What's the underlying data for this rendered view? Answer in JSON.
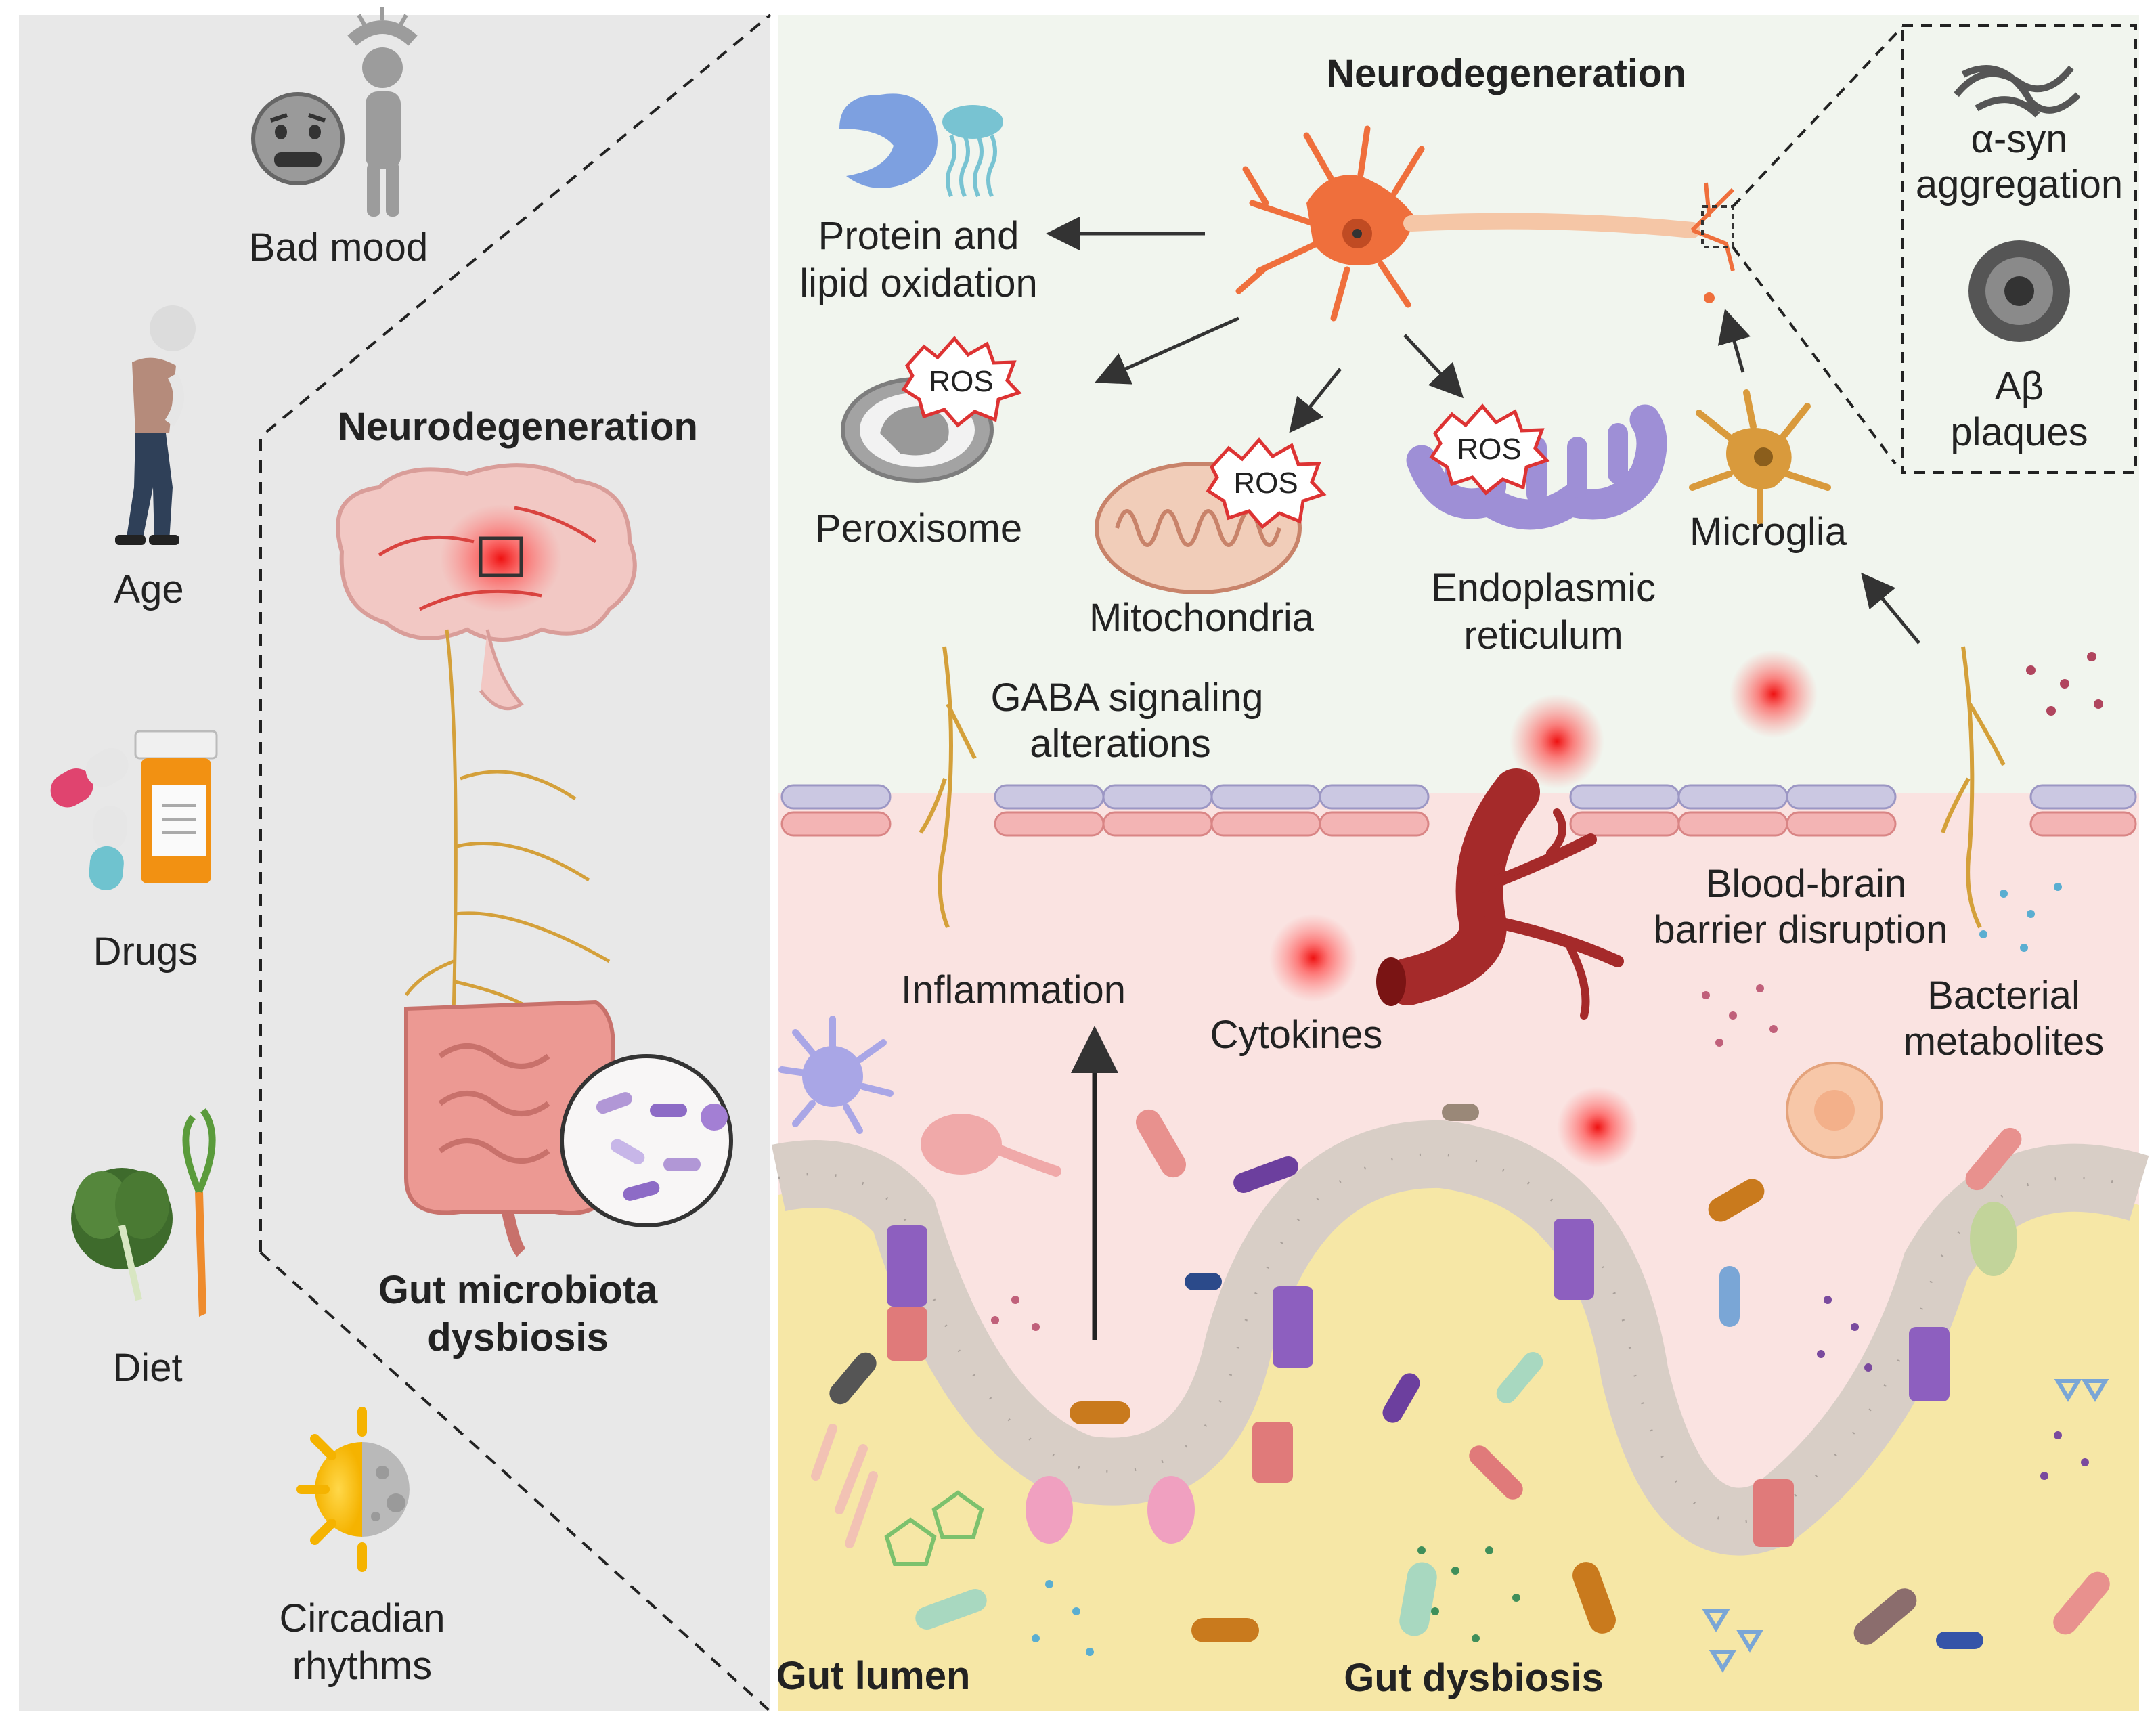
{
  "risk_factors": {
    "bad_mood": "Bad mood",
    "age": "Age",
    "drugs": "Drugs",
    "diet": "Diet",
    "circadian": [
      "Circadian",
      "rhythms"
    ]
  },
  "left_panel": {
    "title": "Neurodegeneration",
    "dysbiosis": [
      "Gut microbiota",
      "dysbiosis"
    ]
  },
  "right_panel": {
    "title": "Neurodegeneration",
    "protein_lipid": [
      "Protein and",
      "lipid oxidation"
    ],
    "ros": "ROS",
    "peroxisome": "Peroxisome",
    "mitochondria": "Mitochondria",
    "er": [
      "Endoplasmic",
      "reticulum"
    ],
    "microglia": "Microglia",
    "asyn": [
      "α-syn",
      "aggregation"
    ],
    "abeta": [
      "Aβ",
      "plaques"
    ],
    "gaba": [
      "GABA signaling",
      "alterations"
    ],
    "inflammation": "Inflammation",
    "cytokines": "Cytokines",
    "bbb": [
      "Blood-brain",
      "barrier disruption"
    ],
    "bact_metab": [
      "Bacterial",
      "metabolites"
    ],
    "gut_lumen": "Gut lumen",
    "gut_dysbiosis": "Gut dysbiosis"
  },
  "colors": {
    "left_bg": "#e8e8e8",
    "brain_region_bg": "#f1f5ee",
    "tissue_bg": "#fae3e1",
    "lumen_bg": "#f6e7a6",
    "neuron": "#ef6f3c",
    "microglia": "#d99a3c",
    "vessel": "#a52a2a",
    "nerve": "#d4a03a"
  }
}
